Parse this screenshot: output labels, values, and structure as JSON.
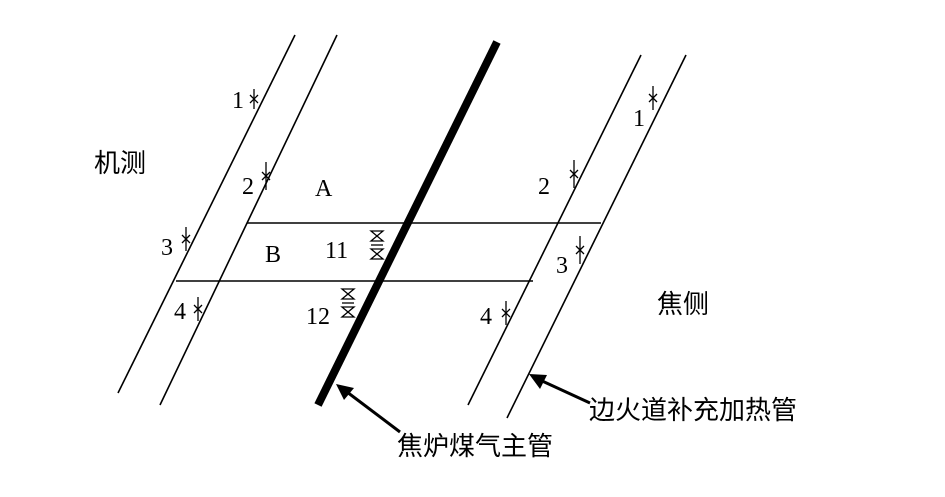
{
  "labels": {
    "machine_side": "机测",
    "coke_side": "焦侧",
    "zone_a": "A",
    "zone_b": "B"
  },
  "callouts": {
    "gas_main": "焦炉煤气主管",
    "supplementary_pipe": "边火道补充加热管"
  },
  "valves_left": [
    "1",
    "2",
    "3",
    "4"
  ],
  "valves_center": [
    "11",
    "12"
  ],
  "valves_right": [
    "1",
    "2",
    "3",
    "4"
  ]
}
